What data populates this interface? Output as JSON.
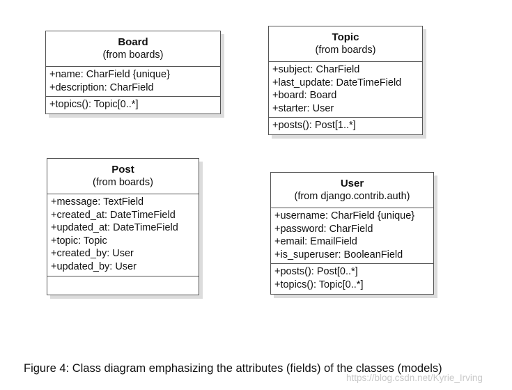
{
  "classes": {
    "board": {
      "name": "Board",
      "origin": "(from boards)",
      "attributes": [
        "+name: CharField {unique}",
        "+description: CharField"
      ],
      "methods": [
        "+topics(): Topic[0..*]"
      ]
    },
    "topic": {
      "name": "Topic",
      "origin": "(from boards)",
      "attributes": [
        "+subject: CharField",
        "+last_update: DateTimeField",
        "+board: Board",
        "+starter: User"
      ],
      "methods": [
        "+posts(): Post[1..*]"
      ]
    },
    "post": {
      "name": "Post",
      "origin": "(from boards)",
      "attributes": [
        "+message: TextField",
        "+created_at: DateTimeField",
        "+updated_at: DateTimeField",
        "+topic: Topic",
        "+created_by: User",
        "+updated_by: User"
      ],
      "methods": []
    },
    "user": {
      "name": "User",
      "origin": "(from django.contrib.auth)",
      "attributes": [
        "+username: CharField {unique}",
        "+password: CharField",
        "+email: EmailField",
        "+is_superuser: BooleanField"
      ],
      "methods": [
        "+posts(): Post[0..*]",
        "+topics(): Topic[0..*]"
      ]
    }
  },
  "caption": "Figure 4: Class diagram emphasizing the attributes (fields) of the classes (models)",
  "watermark": "https://blog.csdn.net/Kyrie_Irving",
  "colors": {
    "border": "#555555",
    "shadow": "#dcdcdc",
    "text": "#111111",
    "watermark": "#c9c9c9"
  }
}
